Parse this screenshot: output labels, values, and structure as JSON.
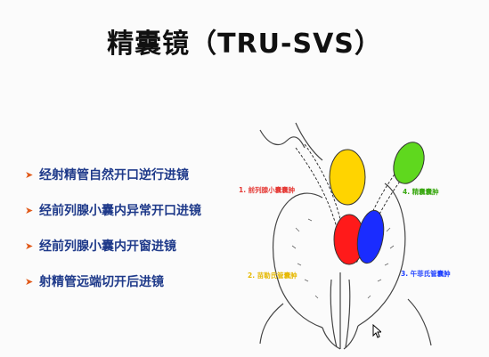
{
  "title": "精囊镜（TRU-SVS）",
  "bullets": [
    "经射精管自然开口逆行进镜",
    "经前列腺小囊内异常开口进镜",
    "经前列腺小囊内开窗进镜",
    "射精管远端切开后进镜"
  ],
  "diagram": {
    "label_1": "1. 前列腺小囊囊肿",
    "label_2": "2. 苗勒氏管囊肿",
    "label_3": "3. 午菲氏管囊肿",
    "label_4": "4. 精囊囊肿"
  },
  "colors": {
    "title": "#111111",
    "bullet_text": "#1f3a8a",
    "bullet_arrow": "#e15a1a",
    "label_1": "#e53935",
    "label_2": "#e6b800",
    "label_3": "#1e40ff",
    "label_4": "#3aa812",
    "cyst_yellow": "#ffd400",
    "cyst_green": "#5fd81e",
    "cyst_red": "#ff1a1a",
    "cyst_blue": "#1a2cff"
  },
  "icons": {
    "bullet": "arrow-right-icon",
    "cursor": "mouse-pointer-icon"
  }
}
